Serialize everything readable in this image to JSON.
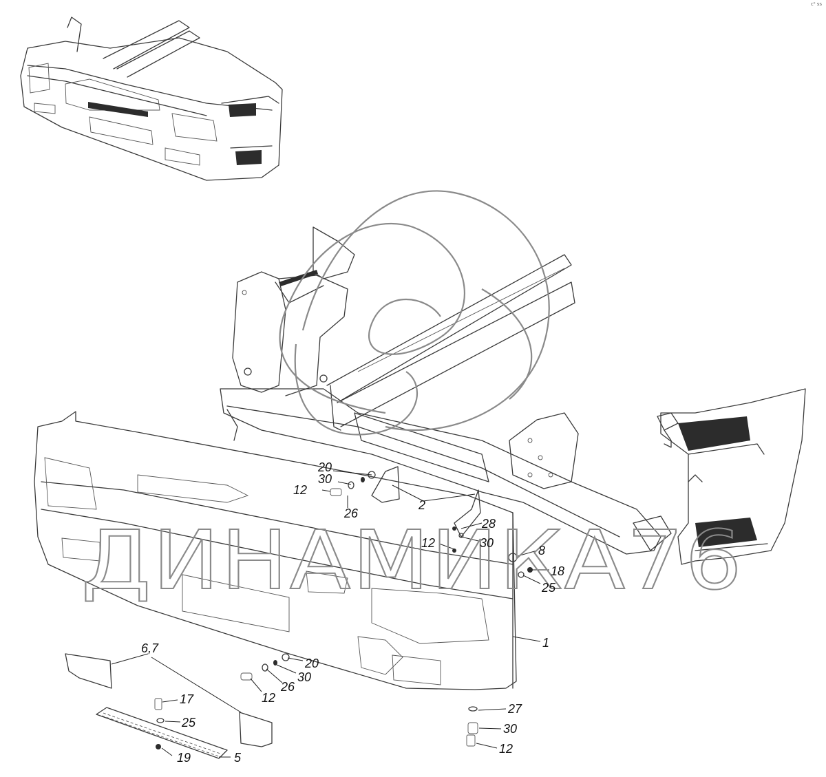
{
  "watermark": {
    "text": "ДИНАМИКА76"
  },
  "corner_mark": "c⁰ ss",
  "callouts": [
    {
      "id": "c-20-top",
      "text": "20"
    },
    {
      "id": "c-30-top",
      "text": "30"
    },
    {
      "id": "c-12-top",
      "text": "12"
    },
    {
      "id": "c-26-top",
      "text": "26"
    },
    {
      "id": "c-2",
      "text": "2"
    },
    {
      "id": "c-28",
      "text": "28"
    },
    {
      "id": "c-12-mid",
      "text": "12"
    },
    {
      "id": "c-30-mid",
      "text": "30"
    },
    {
      "id": "c-8",
      "text": "8"
    },
    {
      "id": "c-18",
      "text": "18"
    },
    {
      "id": "c-25-right",
      "text": "25"
    },
    {
      "id": "c-1",
      "text": "1"
    },
    {
      "id": "c-67",
      "text": "6,7"
    },
    {
      "id": "c-20-low",
      "text": "20"
    },
    {
      "id": "c-30-low",
      "text": "30"
    },
    {
      "id": "c-26-low",
      "text": "26"
    },
    {
      "id": "c-12-low",
      "text": "12"
    },
    {
      "id": "c-17",
      "text": "17"
    },
    {
      "id": "c-25-low",
      "text": "25"
    },
    {
      "id": "c-19",
      "text": "19"
    },
    {
      "id": "c-5",
      "text": "5"
    },
    {
      "id": "c-27",
      "text": "27"
    },
    {
      "id": "c-30-bot",
      "text": "30"
    },
    {
      "id": "c-12-bot",
      "text": "12"
    }
  ]
}
